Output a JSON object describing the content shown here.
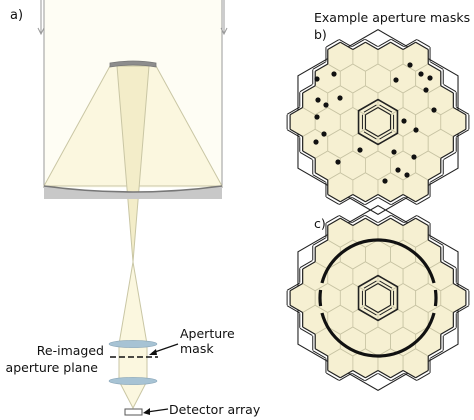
{
  "panel_labels": {
    "a": "a)",
    "b": "b)",
    "c": "c)"
  },
  "masks_title": "Example aperture masks",
  "labels": {
    "reimaged_line1": "Re-imaged",
    "reimaged_line2": "aperture plane",
    "aperture_line1": "Aperture",
    "aperture_line2": "mask",
    "detector": "Detector array"
  },
  "colors": {
    "beam": "#fbf7df",
    "beam_edge": "#c9c6a4",
    "hex_fill": "#f6f0d2",
    "hex_line": "#c7c3a3",
    "outline": "#222222",
    "mirror_gray": "#c8c8c8",
    "lens_blue": "#a7c3d4"
  }
}
